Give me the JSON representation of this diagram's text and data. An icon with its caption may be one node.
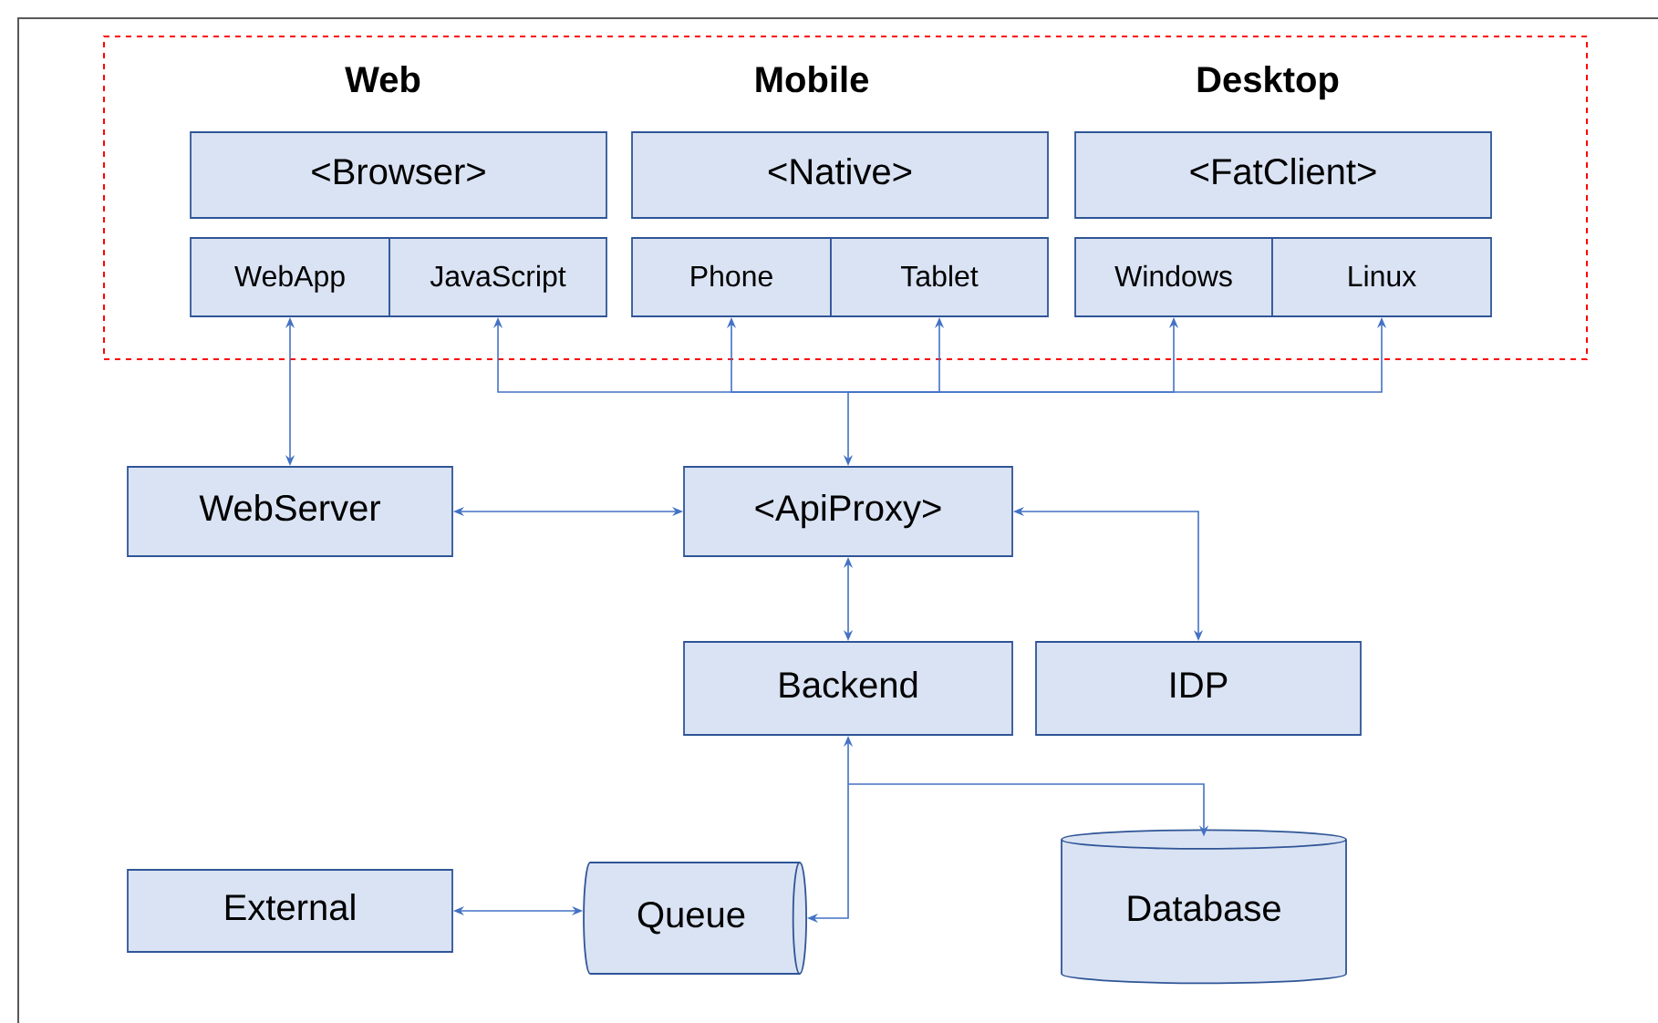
{
  "diagram": {
    "nodes": [
      {
        "text": [
          "Web",
          "Mobile",
          "Desktop"
        ]
      },
      {
        "text": [
          "<Browser>"
        ],
        "in": 0
      },
      {
        "text": [
          "WebApp"
        ],
        "in": 0
      },
      {
        "text": [
          "JavaScript"
        ],
        "in": 0
      },
      {
        "text": [
          "<Native>"
        ],
        "in": 0
      },
      {
        "text": [
          "Phone"
        ],
        "in": 0
      },
      {
        "text": [
          "Tablet"
        ],
        "in": 0
      },
      {
        "text": [
          "<FatClient>"
        ],
        "in": 0
      },
      {
        "text": [
          "Windows"
        ],
        "in": 0
      },
      {
        "text": [
          "Linux"
        ],
        "in": 0
      },
      {
        "text": [
          "WebServer"
        ]
      },
      {
        "text": [
          "<ApiProxy>"
        ]
      },
      {
        "text": [
          "Backend"
        ]
      },
      {
        "text": [
          "IDP"
        ]
      },
      {
        "text": [
          "External"
        ]
      },
      {
        "text": [
          "Queue"
        ]
      },
      {
        "text": [
          "Database"
        ]
      }
    ],
    "edges": [
      {
        "from": 10,
        "to": 2,
        "arrow": "both"
      },
      {
        "from": 11,
        "to": 3,
        "arrow": "both"
      },
      {
        "from": 11,
        "to": 5,
        "arrow": "both"
      },
      {
        "from": 11,
        "to": 6,
        "arrow": "both"
      },
      {
        "from": 11,
        "to": 8,
        "arrow": "both"
      },
      {
        "from": 11,
        "to": 9,
        "arrow": "both"
      },
      {
        "from": 10,
        "to": 11,
        "arrow": "both"
      },
      {
        "from": 11,
        "to": 13,
        "arrow": "both"
      },
      {
        "from": 11,
        "to": 12,
        "arrow": "both"
      },
      {
        "from": 12,
        "to": 16,
        "arrow": "both"
      },
      {
        "from": 12,
        "to": 15,
        "arrow": "both"
      },
      {
        "from": 14,
        "to": 15,
        "arrow": "both"
      }
    ]
  }
}
